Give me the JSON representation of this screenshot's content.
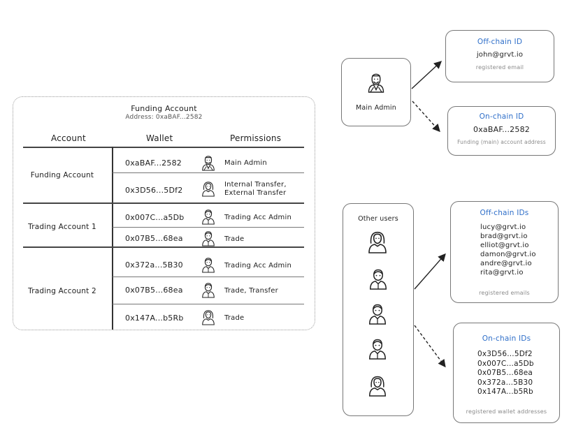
{
  "funding_panel": {
    "title": "Funding Account",
    "subtitle": "Address: 0xaBAF...2582",
    "headers": {
      "account": "Account",
      "wallet": "Wallet",
      "permissions": "Permissions"
    },
    "groups": [
      {
        "account": "Funding Account",
        "rows": [
          {
            "wallet": "0xaBAF...2582",
            "avatar": "main-admin-avatar-icon",
            "permission": "Main Admin"
          },
          {
            "wallet": "0x3D56...5Df2",
            "avatar": "female-user-avatar-icon",
            "permission": "Internal Transfer,\nExternal Transfer"
          }
        ]
      },
      {
        "account": "Trading Account 1",
        "rows": [
          {
            "wallet": "0x007C...a5Db",
            "avatar": "male-user-avatar-icon",
            "permission": "Trading Acc Admin"
          },
          {
            "wallet": "0x07B5...68ea",
            "avatar": "male-user-avatar-icon",
            "permission": "Trade"
          }
        ]
      },
      {
        "account": "Trading Account 2",
        "rows": [
          {
            "wallet": "0x372a...5B30",
            "avatar": "male-user-avatar-icon",
            "permission": "Trading Acc Admin"
          },
          {
            "wallet": "0x07B5...68ea",
            "avatar": "male-user-avatar-icon",
            "permission": "Trade, Transfer"
          },
          {
            "wallet": "0x147A...b5Rb",
            "avatar": "female-user-avatar-icon",
            "permission": "Trade"
          }
        ]
      }
    ]
  },
  "main_admin": {
    "label": "Main Admin"
  },
  "offchain_id": {
    "title": "Off-chain ID",
    "value": "john@grvt.io",
    "caption": "registered email"
  },
  "onchain_id": {
    "title": "On-chain ID",
    "value": "0xaBAF...2582",
    "caption": "Funding (main) account address"
  },
  "other_users": {
    "label": "Other users"
  },
  "offchain_ids": {
    "title": "Off-chain IDs",
    "values": [
      "lucy@grvt.io",
      "brad@grvt.io",
      "elliot@grvt.io",
      "damon@grvt.io",
      "andre@grvt.io",
      "rita@grvt.io"
    ],
    "caption": "registered emails"
  },
  "onchain_ids": {
    "title": "On-chain IDs",
    "values": [
      "0x3D56...5Df2",
      "0x007C...a5Db",
      "0x07B5...68ea",
      "0x372a...5B30",
      "0x147A...b5Rb"
    ],
    "caption": "registered wallet addresses"
  },
  "colors": {
    "accent": "#2f6fc9",
    "caption": "#8a8a8a",
    "stroke": "#1e1e1e"
  }
}
